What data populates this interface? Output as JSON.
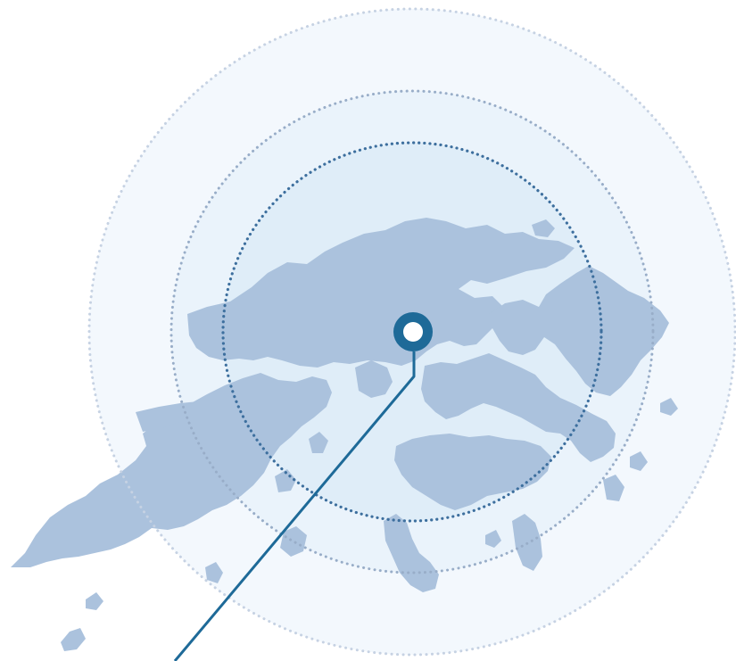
{
  "map": {
    "style": "radius-rings-with-location-pin",
    "colors": {
      "background": "#ffffff",
      "outer_ring_fill": "#f3f8fd",
      "middle_ring_fill": "#eaf3fb",
      "inner_ring_fill": "#dfedf8",
      "outer_ring_stroke": "#c6d2e3",
      "middle_ring_stroke": "#98adc8",
      "inner_ring_stroke": "#3d6f9e",
      "land": "#abc2dd",
      "pin": "#1e6a98",
      "pin_center": "#ffffff",
      "leader_line": "#1e6a98"
    },
    "rings": [
      {
        "name": "outer-ring",
        "style": "dotted"
      },
      {
        "name": "middle-ring",
        "style": "dotted"
      },
      {
        "name": "inner-ring",
        "style": "dotted"
      }
    ],
    "marker": {
      "icon": "location-pin-icon",
      "has_leader_line": true
    }
  }
}
